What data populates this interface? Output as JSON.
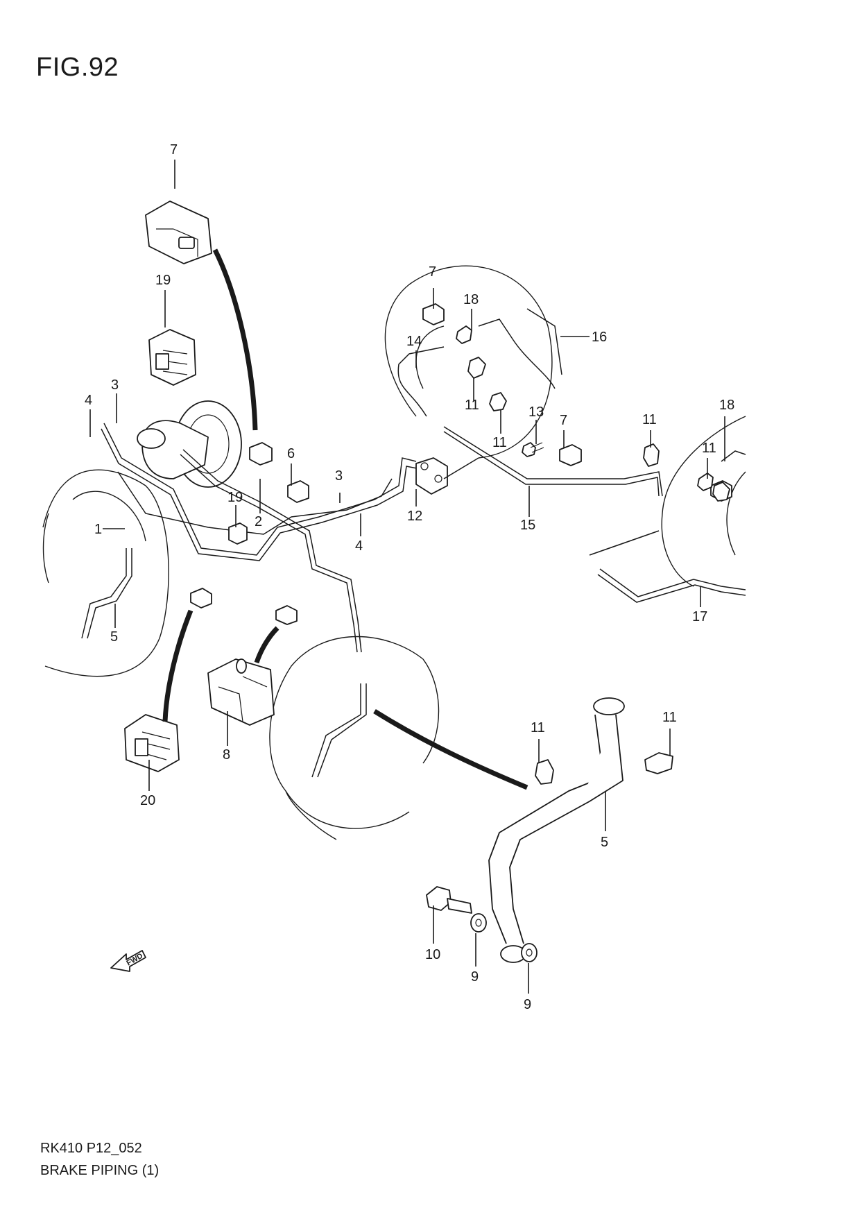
{
  "figure_title": "FIG.92",
  "footer": {
    "model_code": "RK410 P12_052",
    "section_title": "BRAKE PIPING (1)"
  },
  "fwd_badge": "FWD",
  "callouts": {
    "c1": "1",
    "c2": "2",
    "c3a": "3",
    "c3b": "3",
    "c4a": "4",
    "c4b": "4",
    "c5a": "5",
    "c5b": "5",
    "c6": "6",
    "c7a": "7",
    "c7b": "7",
    "c7c": "7",
    "c8": "8",
    "c9a": "9",
    "c9b": "9",
    "c10": "10",
    "c11a": "11",
    "c11b": "11",
    "c11c": "11",
    "c11d": "11",
    "c11e": "11",
    "c11f": "11",
    "c12": "12",
    "c13": "13",
    "c14": "14",
    "c15": "15",
    "c16": "16",
    "c17": "17",
    "c18a": "18",
    "c18b": "18",
    "c19a": "19",
    "c19b": "19",
    "c20": "20"
  }
}
